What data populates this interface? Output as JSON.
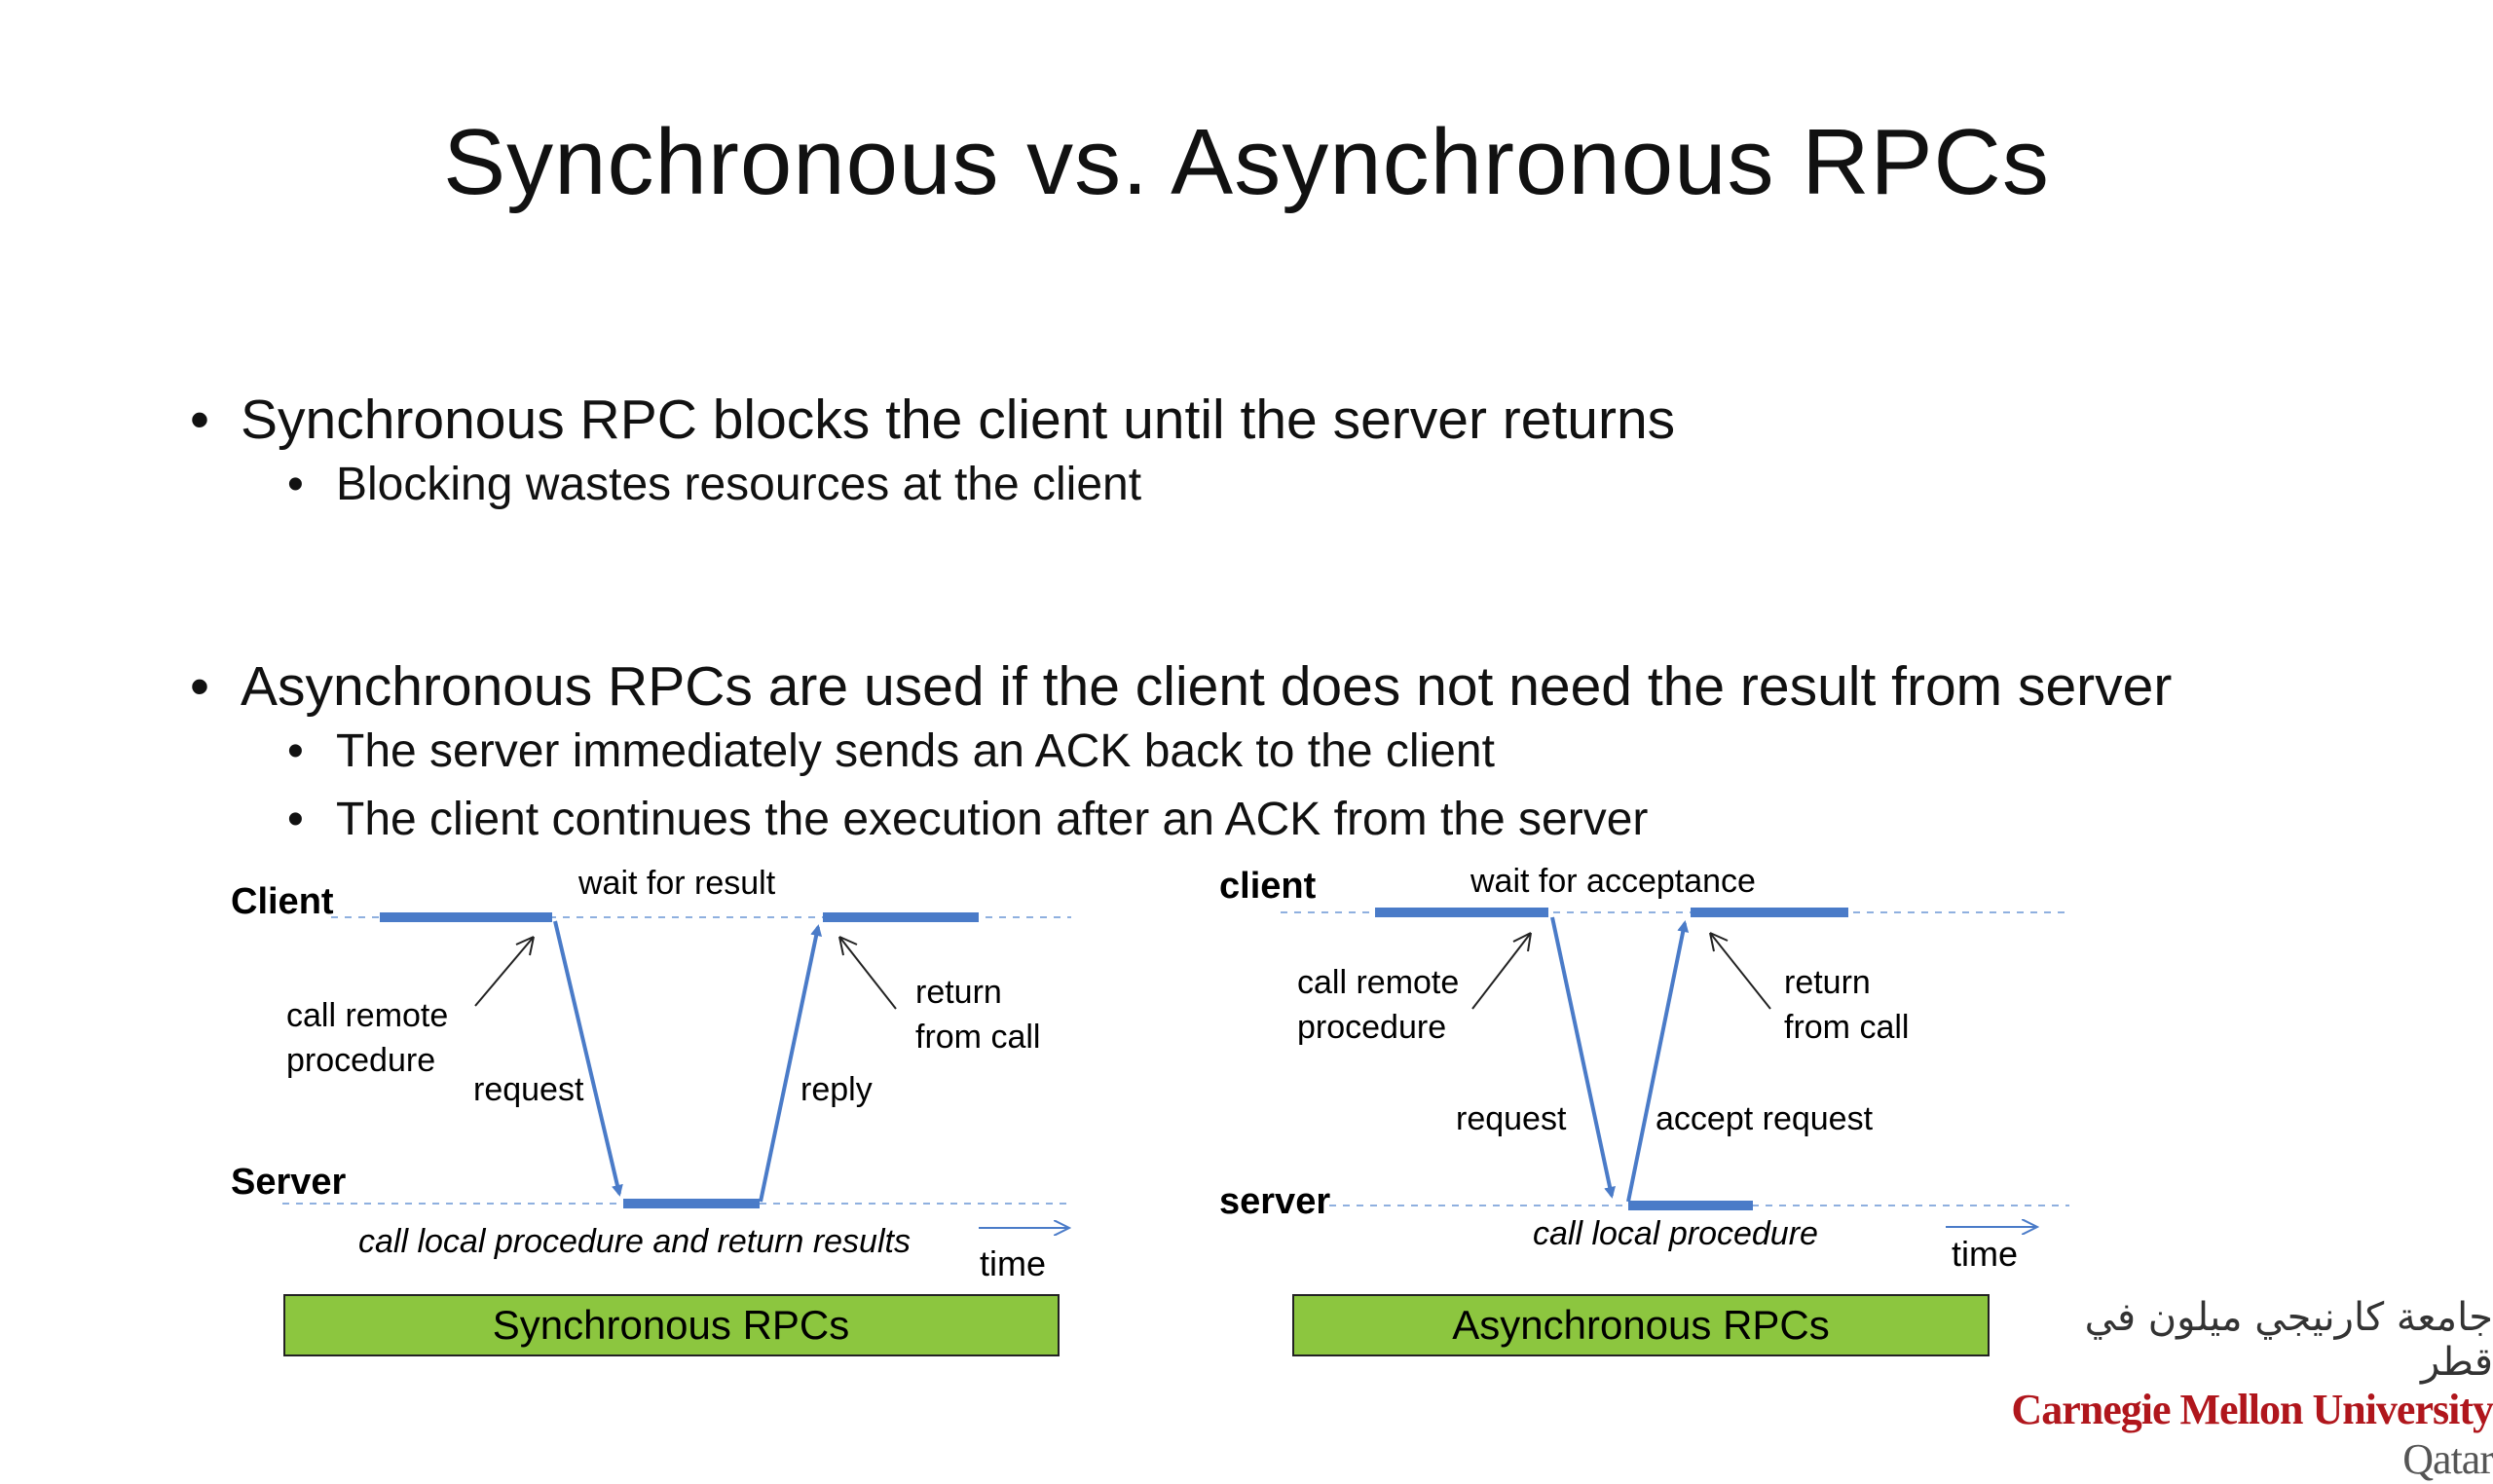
{
  "slide": {
    "title": "Synchronous vs. Asynchronous RPCs",
    "bullets": [
      {
        "text": "Synchronous RPC blocks the client until the server returns",
        "sub": [
          "Blocking wastes resources at the client"
        ]
      },
      {
        "text": "Asynchronous RPCs are used if the client does not need the result from server",
        "sub": [
          "The server immediately sends an ACK back to the client",
          "The client continues the execution after an ACK from the server"
        ]
      }
    ]
  },
  "sync_diagram": {
    "client_label": "Client",
    "server_label": "Server",
    "wait_label": "wait for result",
    "call_label_1": "call remote",
    "call_label_2": "procedure",
    "return_label_1": "return",
    "return_label_2": "from call",
    "request_label": "request",
    "reply_label": "reply",
    "server_note": "call local procedure and return results",
    "time_label": "time",
    "caption": "Synchronous RPCs"
  },
  "async_diagram": {
    "client_label": "client",
    "server_label": "server",
    "wait_label": "wait for acceptance",
    "call_label_1": "call remote",
    "call_label_2": "procedure",
    "return_label_1": "return",
    "return_label_2": "from call",
    "request_label": "request",
    "accept_label": "accept request",
    "server_note": "call local procedure",
    "time_label": "time",
    "caption": "Asynchronous RPCs"
  },
  "logo": {
    "arabic": "جامعة كارنيجي ميلون في قطر",
    "english_main": "Carnegie Mellon University",
    "english_suffix": "Qatar"
  },
  "colors": {
    "timeline_blue": "#4a7bc8",
    "dotted_line": "#8fb0df",
    "caption_fill": "#8cc63f",
    "logo_red": "#b0161c"
  }
}
